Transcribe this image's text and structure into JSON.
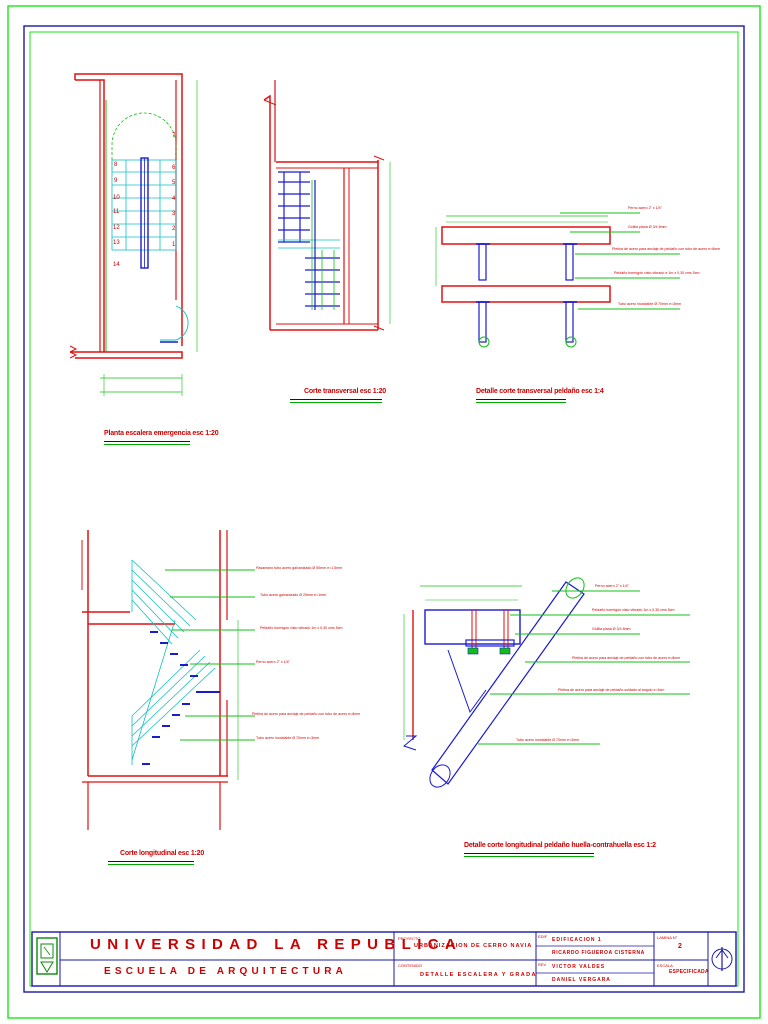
{
  "views": {
    "plan": {
      "caption": "Planta escalera emergencia esc 1:20"
    },
    "cross_section": {
      "caption": "Corte transversal esc 1:20"
    },
    "cross_detail": {
      "caption": "Detalle corte transversal peldaño esc 1:4",
      "notes": [
        "Perno acero 2\" x 1/4\"",
        "Golilla plana Ø 3/4 8mm",
        "Pletina de acero para anclaje de peldaño con tubo de acero e=8mm",
        "Peldaño hormigón visto vibrado e 1m x 0,30 cms 5cm",
        "Tubo acero inoxidable Ø 70mm e=3mm"
      ]
    },
    "long_section": {
      "caption": "Corte longitudinal esc 1:20",
      "notes": [
        "Pasamano tubo acero galvanizado Ø 50mm e=1,5mm",
        "Tubo acero galvanizado Ø 25mm e=1mm",
        "Peldaño hormigón visto vibrado 1m x 0,30 cms 5cm",
        "Perno acero 2\" x 1/4\"",
        "Pletina de acero para anclaje de peldaño con tubo de acero e=8mm",
        "Tubo acero inoxidable Ø 70mm e=3mm"
      ]
    },
    "long_detail": {
      "caption": "Detalle corte longitudinal peldaño huella-contrahuella esc 1:2",
      "notes": [
        "Perno acero 2\" x 1/4\"",
        "Peldaño hormigón visto vibrado 1m x 0,30 cms 5cm",
        "Golilla plana Ø 3/4 8mm",
        "Pletina de acero para anclaje de peldaño con tubo de acero e=8mm",
        "Pletina de acero para anclaje de peldaño soldado al angulo e=5cm",
        "Tubo acero inoxidable Ø 70mm e=3mm"
      ]
    }
  },
  "stair_numbers": {
    "left": [
      "8",
      "9",
      "10",
      "11",
      "12",
      "13",
      "14"
    ],
    "right": [
      "7",
      "6",
      "5",
      "4",
      "3",
      "2",
      "1"
    ]
  },
  "title_block": {
    "university": "UNIVERSIDAD LA REPUBLICA",
    "school": "ESCUELA DE ARQUITECTURA",
    "project_label": "PROYECTO",
    "project": "URBANIZACION DE CERRO NAVIA",
    "content_label": "CONTENIDO",
    "content": "DETALLE ESCALERA Y GRADA",
    "label_edif": "EDIF",
    "building": "EDIFICACION 1",
    "author": "RICARDO FIGUEROA CISTERNA",
    "reviewer_label": "REV",
    "reviewer_1": "VICTOR VALDES",
    "reviewer_2": "DANIEL VERGARA",
    "sheet_label": "LAMINA N°",
    "sheet_number": "2",
    "scale_label": "ESCALA",
    "scale": "ESPECIFICADA"
  },
  "colors": {
    "outer_border": "#19e619",
    "inner_border": "#1a1aa6",
    "drawing_red": "#e01010",
    "dimension_green": "#10c010",
    "detail_blue": "#1a1ad0",
    "cyan": "#10c0c0"
  }
}
